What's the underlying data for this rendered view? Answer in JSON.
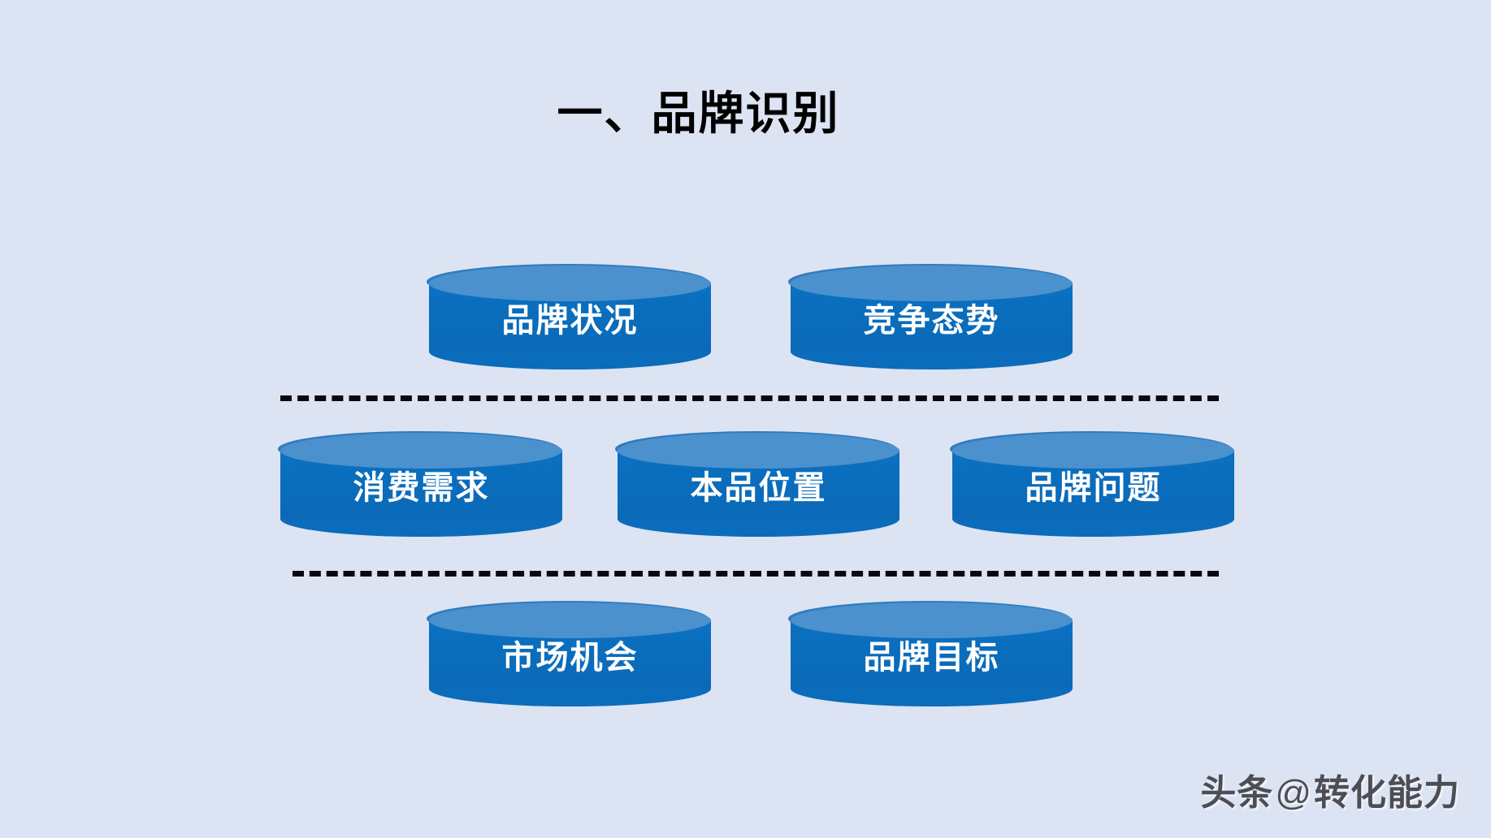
{
  "slide": {
    "title": "一、品牌识别",
    "background_color": "#dce3f2",
    "title_color": "#000000"
  },
  "theme": {
    "cylinder_body_color": "#0b71c2",
    "cylinder_top_color": "#4a91cd",
    "cylinder_rim_color": "#2f7cbe",
    "label_color": "#ffffff",
    "divider_color": "#08080e"
  },
  "diagram": {
    "type": "grouped-cylinders",
    "rows": [
      {
        "name": "row-1",
        "items": [
          {
            "label": "品牌状况"
          },
          {
            "label": "竞争态势"
          }
        ]
      },
      {
        "name": "row-2",
        "items": [
          {
            "label": "消费需求"
          },
          {
            "label": "本品位置"
          },
          {
            "label": "品牌问题"
          }
        ]
      },
      {
        "name": "row-3",
        "items": [
          {
            "label": "市场机会"
          },
          {
            "label": "品牌目标"
          }
        ]
      }
    ]
  },
  "watermark": {
    "prefix": "头条",
    "at": "@",
    "handle": "转化能力"
  }
}
